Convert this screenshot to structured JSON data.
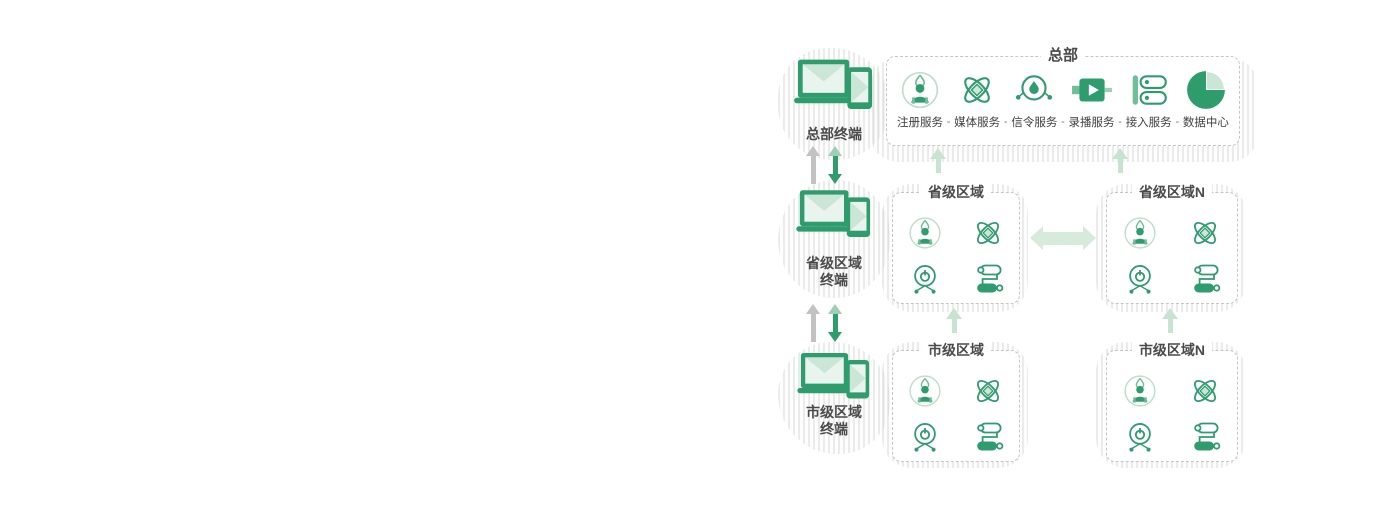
{
  "palette": {
    "green": "#2F9C6E",
    "green_mid": "#6FBE97",
    "green_light": "#CBE6D6",
    "arrow_light_green": "#C9E3D2",
    "arrow_gray": "#C2C2C2",
    "text_gray": "#4A4A4A",
    "border_gray": "#C6C6C6"
  },
  "hq": {
    "title": "总部",
    "separator": "-",
    "services": [
      {
        "label": "注册服务",
        "icon": "register-icon"
      },
      {
        "label": "媒体服务",
        "icon": "media-icon"
      },
      {
        "label": "信令服务",
        "icon": "signal-icon"
      },
      {
        "label": "录播服务",
        "icon": "record-icon"
      },
      {
        "label": "接入服务",
        "icon": "access-icon"
      },
      {
        "label": "数据中心",
        "icon": "datacenter-icon"
      }
    ]
  },
  "regions": [
    {
      "title": "省级区域",
      "icons": [
        "register-icon",
        "media-icon",
        "cam-icon",
        "server2-icon"
      ]
    },
    {
      "title": "省级区域N",
      "icons": [
        "register-icon",
        "media-icon",
        "cam-icon",
        "server2-icon"
      ]
    },
    {
      "title": "市级区域",
      "icons": [
        "register-icon",
        "media-icon",
        "cam-icon",
        "server2-icon"
      ]
    },
    {
      "title": "市级区域N",
      "icons": [
        "register-icon",
        "media-icon",
        "cam-icon",
        "server2-icon"
      ]
    }
  ],
  "terminals": [
    {
      "line1": "总部终端",
      "line2": ""
    },
    {
      "line1": "省级区域",
      "line2": "终端"
    },
    {
      "line1": "市级区域",
      "line2": "终端"
    }
  ]
}
